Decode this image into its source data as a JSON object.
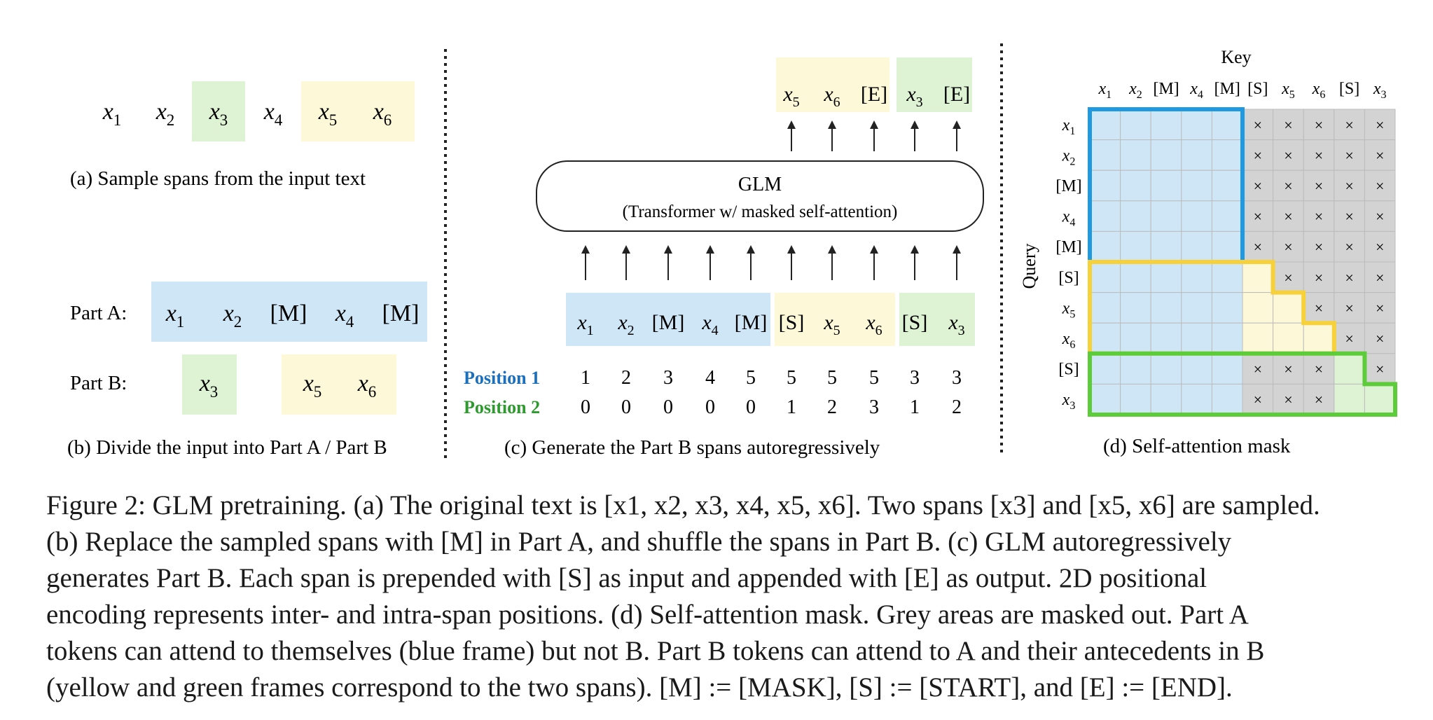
{
  "panel_a": {
    "tokens": [
      "x1",
      "x2",
      "x3",
      "x4",
      "x5",
      "x6"
    ],
    "highlight": {
      "x3": "green",
      "x5": "yellow",
      "x6": "yellow"
    },
    "caption": "(a)  Sample spans from the input text"
  },
  "panel_b": {
    "part_a_label": "Part A:",
    "part_a_tokens": [
      "x1",
      "x2",
      "[M]",
      "x4",
      "[M]"
    ],
    "part_b_label": "Part B:",
    "part_b_span1": [
      "x3"
    ],
    "part_b_span2": [
      "x5",
      "x6"
    ],
    "caption": "(b)  Divide the input into Part A / Part B"
  },
  "panel_c": {
    "model_title": "GLM",
    "model_subtitle": "(Transformer w/ masked self-attention)",
    "outputs_span1": [
      "x5",
      "x6",
      "[E]"
    ],
    "outputs_span2": [
      "x3",
      "[E]"
    ],
    "inputs": [
      "x1",
      "x2",
      "[M]",
      "x4",
      "[M]",
      "[S]",
      "x5",
      "x6",
      "[S]",
      "x3"
    ],
    "position1_label": "Position 1",
    "position1": [
      "1",
      "2",
      "3",
      "4",
      "5",
      "5",
      "5",
      "5",
      "3",
      "3"
    ],
    "position2_label": "Position 2",
    "position2": [
      "0",
      "0",
      "0",
      "0",
      "0",
      "1",
      "2",
      "3",
      "1",
      "2"
    ],
    "caption": "(c)  Generate the Part B spans autoregressively"
  },
  "panel_d": {
    "key_label": "Key",
    "query_label": "Query",
    "tokens": [
      "x1",
      "x2",
      "[M]",
      "x4",
      "[M]",
      "[S]",
      "x5",
      "x6",
      "[S]",
      "x3"
    ],
    "mask_symbol": "×",
    "caption": "(d)  Self-attention mask"
  },
  "colors": {
    "blue_fill": "#cfe6f7",
    "yellow_fill": "#fdf8d8",
    "green_fill": "#ddf3d4",
    "grey_fill": "#d3d3d3",
    "blue_frame": "#1f9ae0",
    "yellow_frame": "#f7d13a",
    "green_frame": "#5ccc3a",
    "position1_color": "#1b6fbf",
    "position2_color": "#2f9a2f"
  },
  "figure_caption": {
    "line1": "Figure 2: GLM pretraining. (a) The original text is [x1, x2, x3, x4, x5, x6]. Two spans [x3] and [x5, x6] are sampled.",
    "line2": "(b) Replace the sampled spans with [M] in Part A, and shuffle the spans in Part B. (c) GLM autoregressively",
    "line3": "generates Part B. Each span is prepended with [S] as input and appended with [E] as output.  2D positional",
    "line4": "encoding represents inter- and intra-span positions.  (d) Self-attention mask.  Grey areas are masked out.  Part A",
    "line5": "tokens can attend to themselves (blue frame) but not B. Part B tokens can attend to A and their antecedents in B",
    "line6": "(yellow and green frames correspond to the two spans). [M] := [MASK], [S] := [START], and [E] := [END]."
  }
}
